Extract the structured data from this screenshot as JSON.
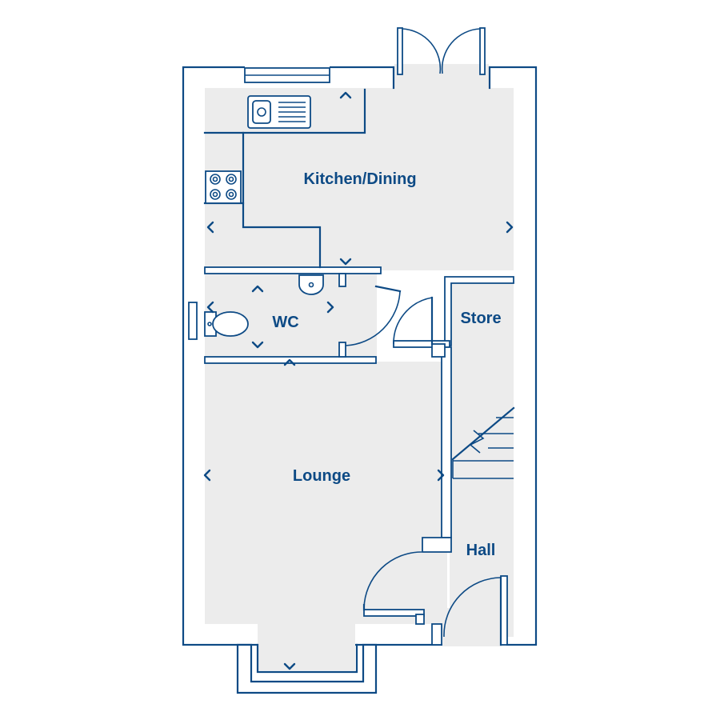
{
  "colors": {
    "line": "#0d4a85",
    "floor": "#ececec",
    "background": "#ffffff"
  },
  "rooms": {
    "kitchen_dining": "Kitchen/Dining",
    "wc": "WC",
    "store": "Store",
    "lounge": "Lounge",
    "hall": "Hall"
  },
  "fixtures": [
    "sink-icon",
    "hob-icon",
    "toilet-icon",
    "basin-icon",
    "staircase-icon",
    "french-doors-icon",
    "bay-window-icon"
  ]
}
